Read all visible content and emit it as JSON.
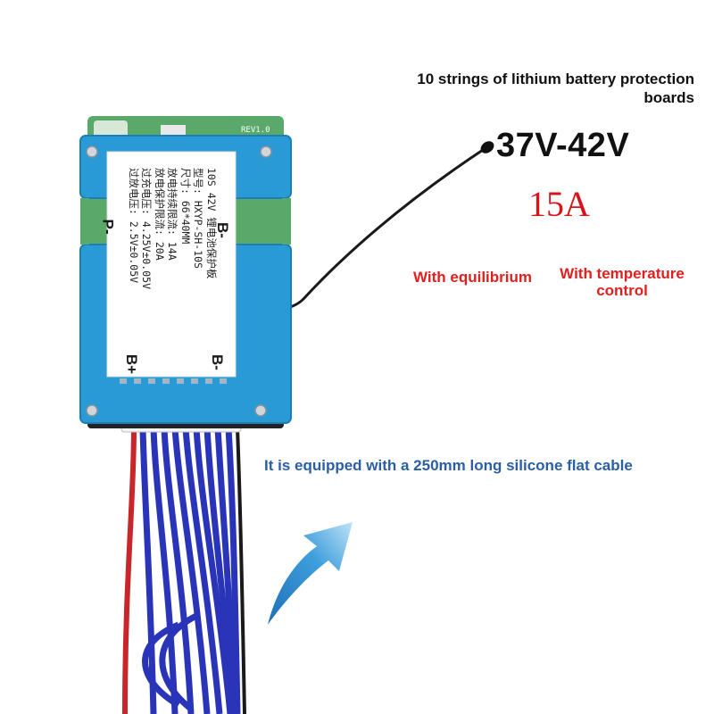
{
  "header": {
    "title_line1": "10 strings of lithium battery protection",
    "title_line2": "boards"
  },
  "specs": {
    "voltage": "37V-42V",
    "current": "15A"
  },
  "features": {
    "equilibrium": "With equilibrium",
    "temperature_line1": "With temperature",
    "temperature_line2": "control"
  },
  "cable_note": "It is equipped with a 250mm long silicone flat cable",
  "board": {
    "revision": "REV1.0",
    "pad_b_minus_top": "B-",
    "pad_p_minus": "P-",
    "pad_b_plus": "B+",
    "pad_b_minus_bottom": "B-",
    "label_lines": [
      "10S 42V  锂电池保护板",
      "型号: HXYP-SH-10S",
      "尺寸: 66*40MM",
      "放电持续限流: 14A",
      "放电保护限流: 20A",
      "过充电压: 4.25V±0.05V",
      "过放电压: 2.5V±0.05V"
    ]
  },
  "colors": {
    "heading_text": "#111111",
    "accent_red": "#d8141b",
    "feature_red": "#e0201f",
    "cable_blue_text": "#2a5fa6",
    "board_blue": "#2a9ad6",
    "pcb_green": "#5aa86a",
    "wire_blue": "#2a34b8",
    "wire_red": "#c8262a",
    "wire_black": "#1a1a1a",
    "arrow_blue": "#3f9fdc"
  },
  "icons": {
    "arrow": "curved-arrow-icon",
    "sensor": "temperature-probe-icon",
    "screw": "screw-icon"
  }
}
